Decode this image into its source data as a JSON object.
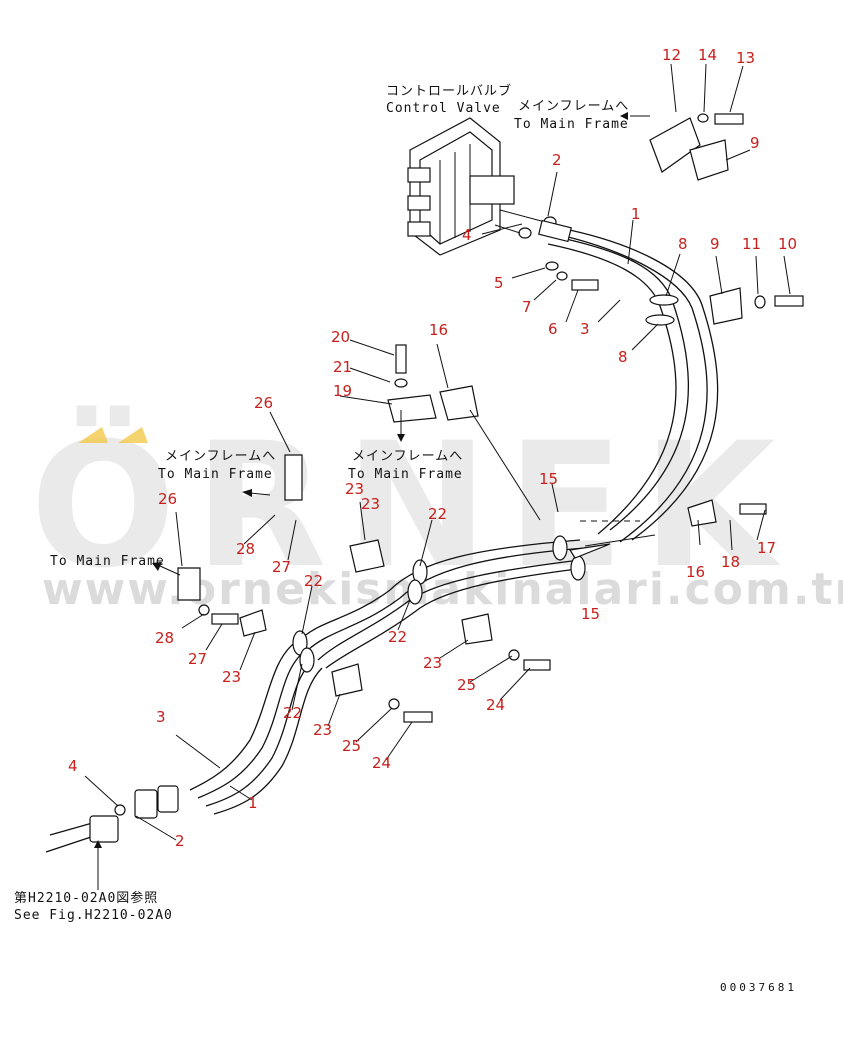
{
  "watermark": {
    "brand": "ÖRNEK",
    "url": "www.ornekismakinalari.com.tr",
    "accent_color": "#f2c84b"
  },
  "notes": {
    "control_valve_jp": "コントロールバルブ",
    "control_valve_en": "Control Valve",
    "main_frame_jp": "メインフレームへ",
    "main_frame_en": "To Main Frame",
    "see_fig_jp": "第H2210-02A0図参照",
    "see_fig_en": "See Fig.H2210-02A0",
    "doc_number": "00037681"
  },
  "part_labels": [
    "1",
    "2",
    "3",
    "4",
    "5",
    "6",
    "7",
    "8",
    "9",
    "10",
    "11",
    "12",
    "13",
    "14",
    "15",
    "16",
    "17",
    "18",
    "19",
    "20",
    "21",
    "22",
    "23",
    "24",
    "25",
    "26",
    "27",
    "28"
  ],
  "colors": {
    "label": "#c8201c",
    "line": "#111111"
  }
}
